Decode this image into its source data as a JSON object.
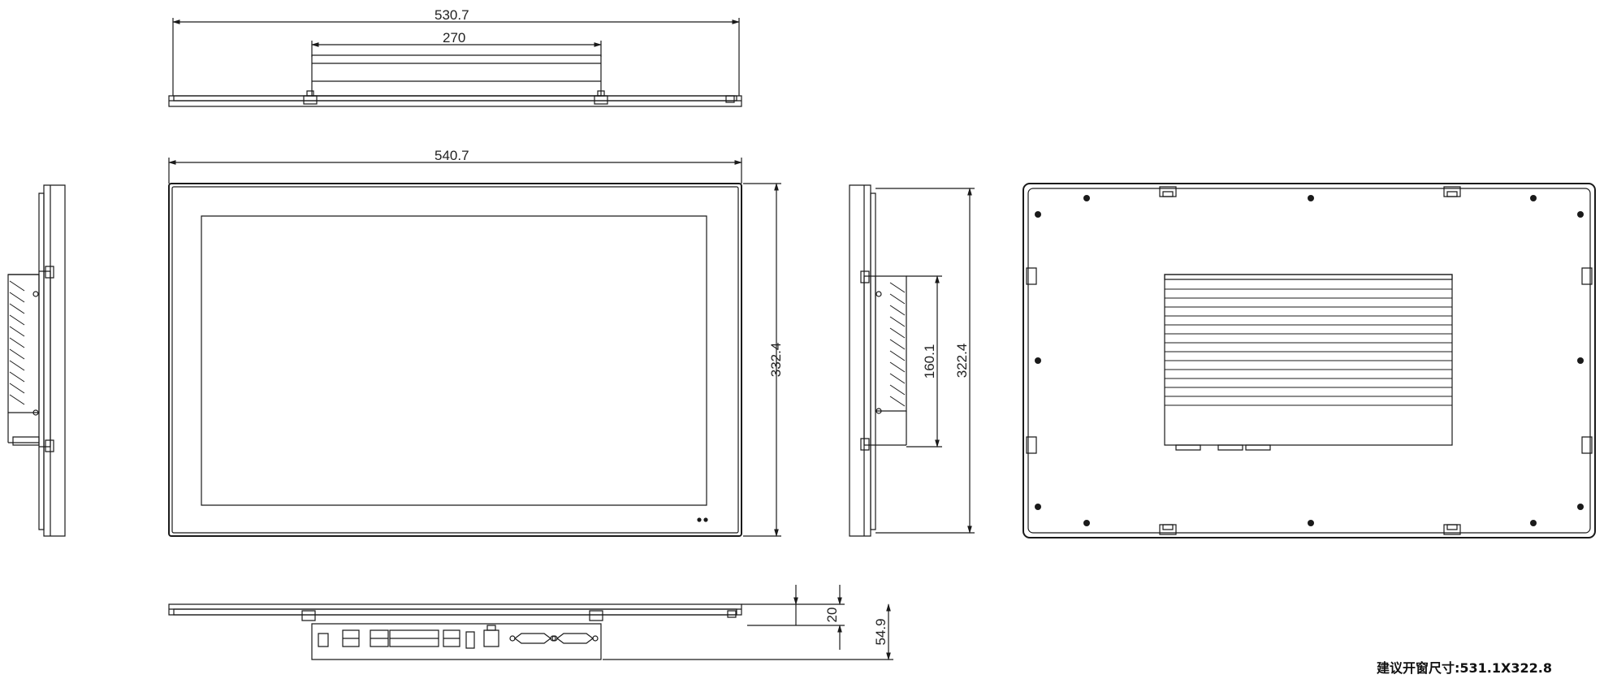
{
  "drawing": {
    "top_view": {
      "overall_width": "530.7",
      "bracket_width": "270"
    },
    "front_view": {
      "overall_width": "540.7",
      "overall_height": "332.4"
    },
    "side_view": {
      "bracket_span": "160.1",
      "overall_height": "322.4"
    },
    "bottom_view": {
      "bezel_depth": "20",
      "total_depth": "54.9"
    },
    "cutout_note": "建议开窗尺寸:531.1X322.8"
  },
  "colors": {
    "line": "#1a1a1a",
    "background": "#ffffff"
  }
}
